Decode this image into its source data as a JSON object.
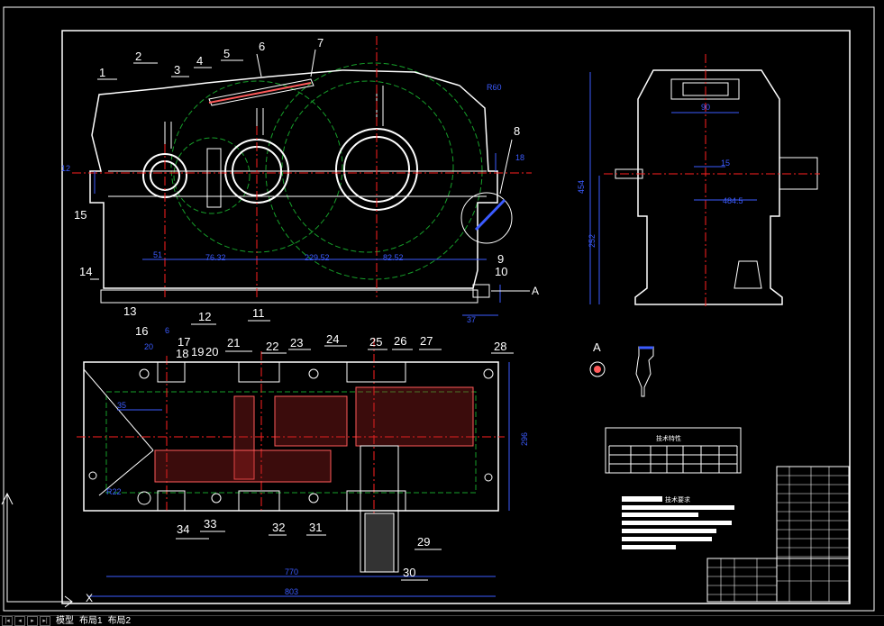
{
  "drawing": {
    "background": "#000000",
    "colors": {
      "outline": "#ffffff",
      "dimension": "#3b5bff",
      "center": "#ff2020",
      "hatch": "#ff5a5a",
      "gear": "#16a02a",
      "label": "#ffffff"
    },
    "leader_numbers": [
      "1",
      "2",
      "3",
      "4",
      "5",
      "6",
      "7",
      "8",
      "9",
      "10",
      "11",
      "12",
      "13",
      "14",
      "15",
      "16",
      "17",
      "18",
      "19",
      "20",
      "21",
      "22",
      "23",
      "24",
      "25",
      "26",
      "27",
      "28",
      "29",
      "30",
      "31",
      "32",
      "33",
      "34"
    ],
    "dimensions": {
      "d1": "51",
      "d2": "76.32",
      "d3": "229.52",
      "d4": "82.52",
      "d5": "454",
      "d6": "252",
      "d7": "15",
      "d8": "484.5",
      "d9": "90",
      "d10": "770",
      "d11": "803",
      "d12": "296",
      "d13": "35",
      "d14": "37",
      "d15": "18",
      "d16": "6",
      "d17": "20",
      "d18": "R60",
      "d19": "R22",
      "d20": "12"
    },
    "section_label": "A",
    "section_label_right": "A",
    "table_title": "技术特性",
    "notes_title": "技术要求"
  },
  "layout_tabs": {
    "model": "模型",
    "layout1": "布局1",
    "layout2": "布局2"
  }
}
